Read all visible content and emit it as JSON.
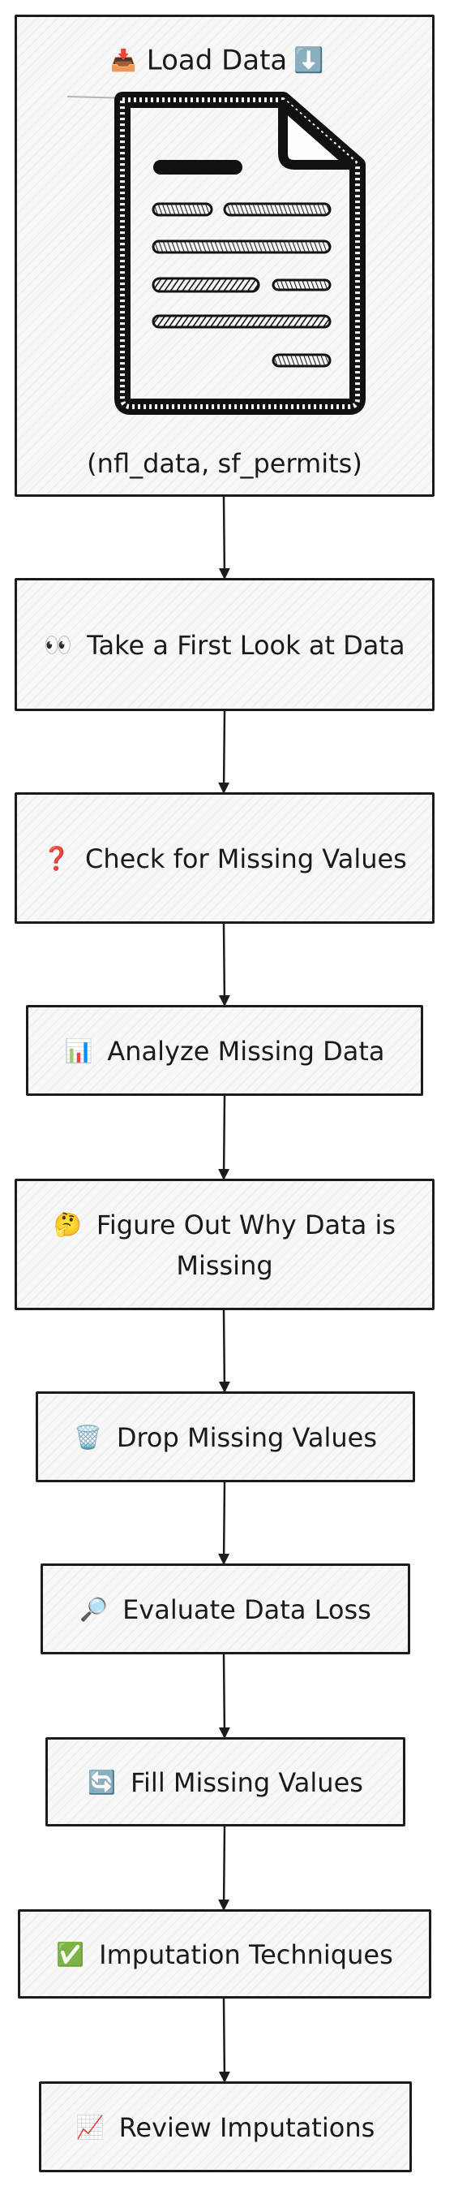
{
  "diagram": {
    "start": {
      "title": "Load Data",
      "title_icon_left": "inbox-tray-icon",
      "title_icon_right": "down-arrow-icon",
      "title_icon_left_glyph": "📥",
      "title_icon_right_glyph": "⬇️",
      "document_icon": "document-icon",
      "subtitle": "(nfl_data, sf_permits)"
    },
    "steps": [
      {
        "icon": "eyes-icon",
        "glyph": "👀",
        "label": "Take a First Look at Data"
      },
      {
        "icon": "question-mark-icon",
        "glyph": "❓",
        "label": "Check for Missing Values"
      },
      {
        "icon": "bar-chart-icon",
        "glyph": "📊",
        "label": "Analyze Missing Data"
      },
      {
        "icon": "thinking-face-icon",
        "glyph": "🤔",
        "label": "Figure Out Why Data is Missing"
      },
      {
        "icon": "trash-can-icon",
        "glyph": "🗑️",
        "label": "Drop Missing Values"
      },
      {
        "icon": "magnifying-glass-icon",
        "glyph": "🔎",
        "label": "Evaluate Data Loss"
      },
      {
        "icon": "refresh-arrows-icon",
        "glyph": "🔄",
        "label": "Fill Missing Values"
      },
      {
        "icon": "check-mark-icon",
        "glyph": "✅",
        "label": "Imputation Techniques"
      },
      {
        "icon": "chart-increasing-icon",
        "glyph": "📈",
        "label": "Review Imputations"
      }
    ],
    "colors": {
      "stroke": "#1c1c1c",
      "fill": "#f7f7f7",
      "text": "#1a1a1a",
      "question_mark": "#d32f2f",
      "check_mark": "#2e9e3e"
    }
  }
}
